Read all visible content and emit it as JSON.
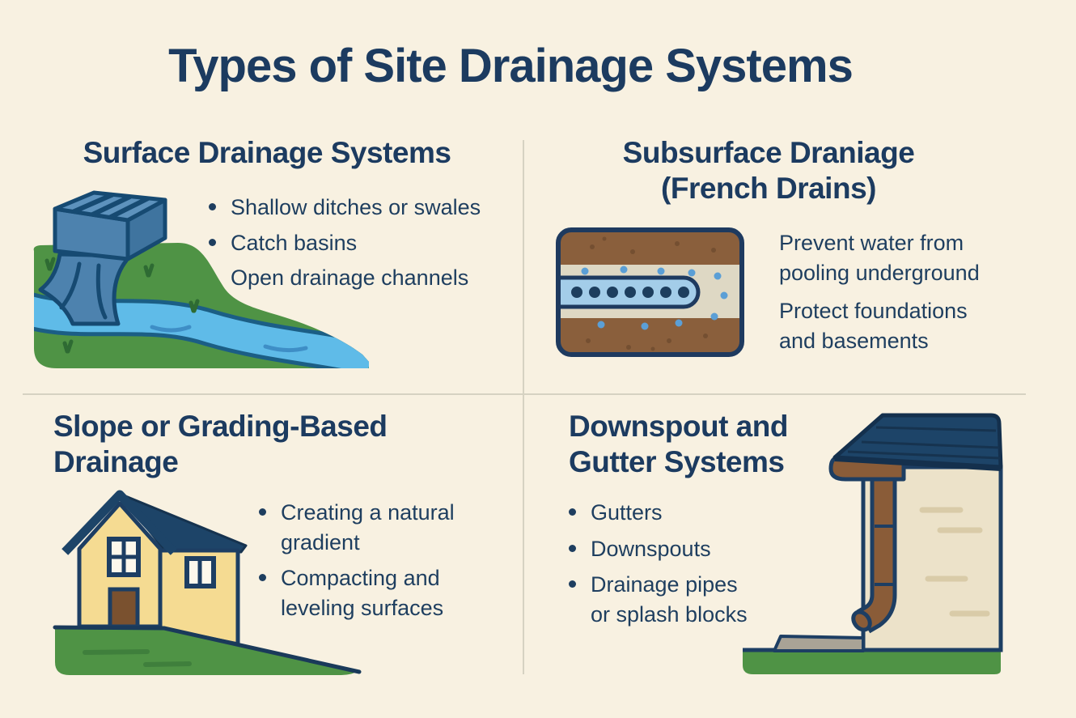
{
  "title": "Types of Site Drainage Systems",
  "sections": {
    "surface": {
      "heading_lines": [
        "Surface Drainage Systems"
      ],
      "bullets": [
        "Shallow ditches or swales",
        "Catch basins",
        "Open drainage channels"
      ],
      "illustration": "culvert-and-stream"
    },
    "subsurface": {
      "heading_lines": [
        "Subsurface Draniage",
        "(French Drains)"
      ],
      "points": [
        "Prevent water from pooling underground",
        "Protect foundations and basements"
      ],
      "illustration": "french-drain-cross-section"
    },
    "slope": {
      "heading_lines": [
        "Slope or Grading-Based",
        "Drainage"
      ],
      "bullets": [
        "Creating a natural gradient",
        "Compacting and leveling surfaces"
      ],
      "illustration": "house-on-graded-slope"
    },
    "gutter": {
      "heading_lines": [
        "Downspout and",
        "Gutter Systems"
      ],
      "bullets": [
        "Gutters",
        "Downspouts",
        "Drainage pipes or splash blocks"
      ],
      "illustration": "roof-gutter-downspout-splash-block"
    }
  },
  "colors": {
    "background": "#f8f1e1",
    "heading_navy": "#1c3b60",
    "text_navy": "#1e3e5f",
    "divider": "#d6d2c2",
    "grass_green": "#4f9345",
    "dark_green": "#2e6b33",
    "culvert_blue": "#4d82ae",
    "stream_blue": "#5fbbe8",
    "soil_brown": "#8a5f3c",
    "gravel_beige": "#ded8c4",
    "pipe_blue": "#a3cde9",
    "house_yellow": "#f5db92",
    "door_brown": "#7a512f",
    "roof_navy": "#1d4468",
    "wall_cream": "#ece2c9",
    "gutter_brown": "#8a5c38",
    "splash_block_gray": "#a9a396"
  }
}
